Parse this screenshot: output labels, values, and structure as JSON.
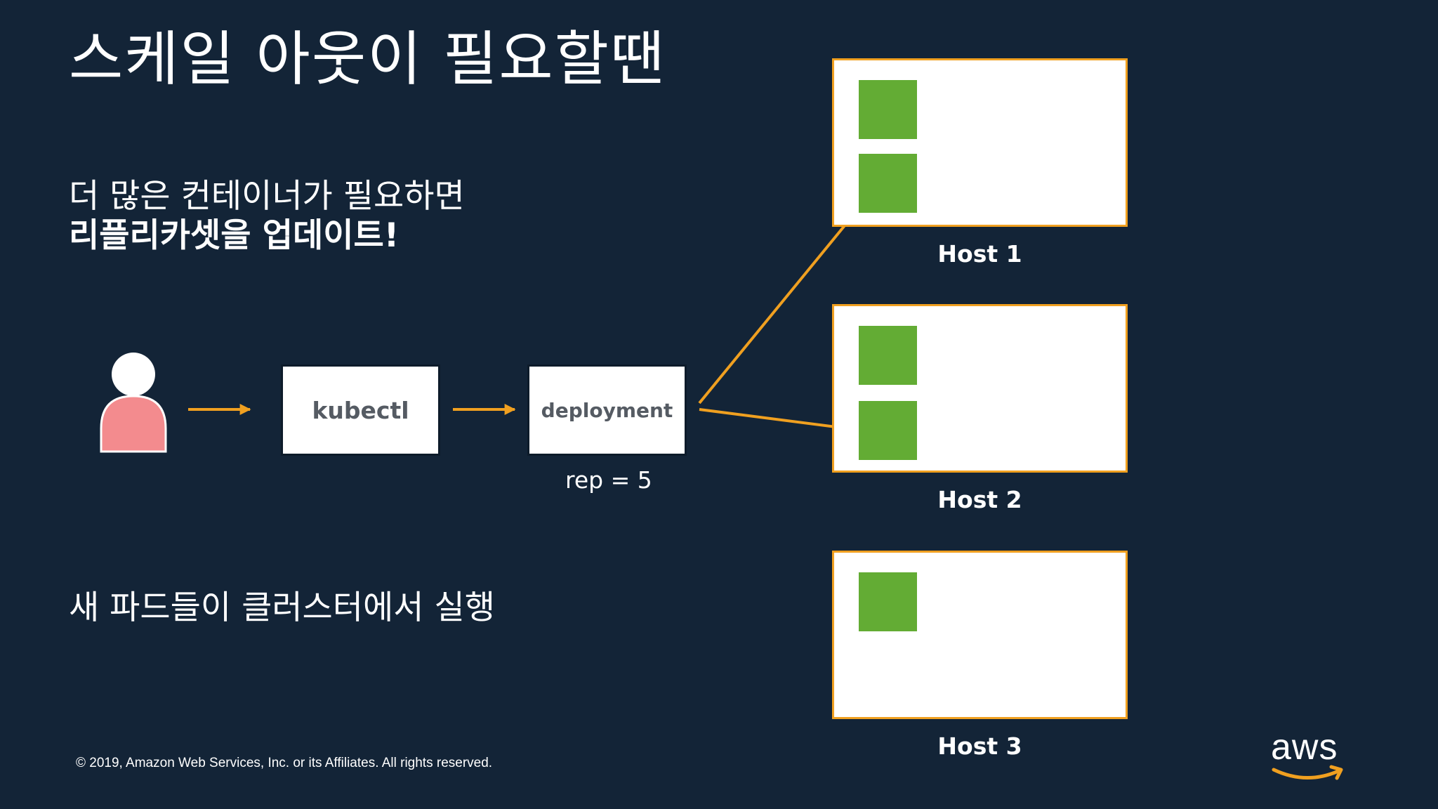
{
  "title": "스케일 아웃이 필요할땐",
  "subtitle_line1": "더 많은 컨테이너가 필요하면",
  "subtitle_line2": "리플리카셋을 업데이트!",
  "subtitle_line3": "새 파드들이 클러스터에서 실행",
  "kubectl_label": "kubectl",
  "deployment_label": "deployment",
  "replicas_label": "rep = 5",
  "hosts": [
    {
      "label": "Host 1",
      "pod_count": 2
    },
    {
      "label": "Host 2",
      "pod_count": 2
    },
    {
      "label": "Host 3",
      "pod_count": 1
    }
  ],
  "footer": "© 2019, Amazon Web Services, Inc. or its Affiliates. All rights reserved.",
  "logo_text": "aws",
  "colors": {
    "background": "#132437",
    "arrow": "#f0a020",
    "pod": "#63ac34",
    "host_border": "#f0a020",
    "user_body": "#f38b8e",
    "box_text": "#555b63"
  }
}
